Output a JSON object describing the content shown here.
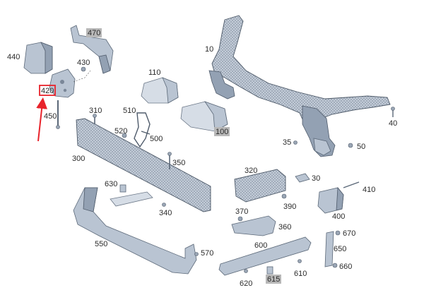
{
  "labels": {
    "p10": "10",
    "p30": "30",
    "p40": "40",
    "p50": "50",
    "p100": "100",
    "p110": "110",
    "p300": "300",
    "p310": "310",
    "p320": "320",
    "p340": "340",
    "p350": "350",
    "p35": "35",
    "p360": "360",
    "p370": "370",
    "p390": "390",
    "p400": "400",
    "p410": "410",
    "p420": "420",
    "p430": "430",
    "p440": "440",
    "p450": "450",
    "p470": "470",
    "p500": "500",
    "p510": "510",
    "p520": "520",
    "p550": "550",
    "p570": "570",
    "p600": "600",
    "p610": "610",
    "p615": "615",
    "p620": "620",
    "p630": "630",
    "p650": "650",
    "p660": "660",
    "p670": "670"
  },
  "colors": {
    "highlight": "#e8232b",
    "label_box": "#b8b8b8",
    "part_fill": "#b9c4d2",
    "part_stroke": "#5b6878"
  }
}
